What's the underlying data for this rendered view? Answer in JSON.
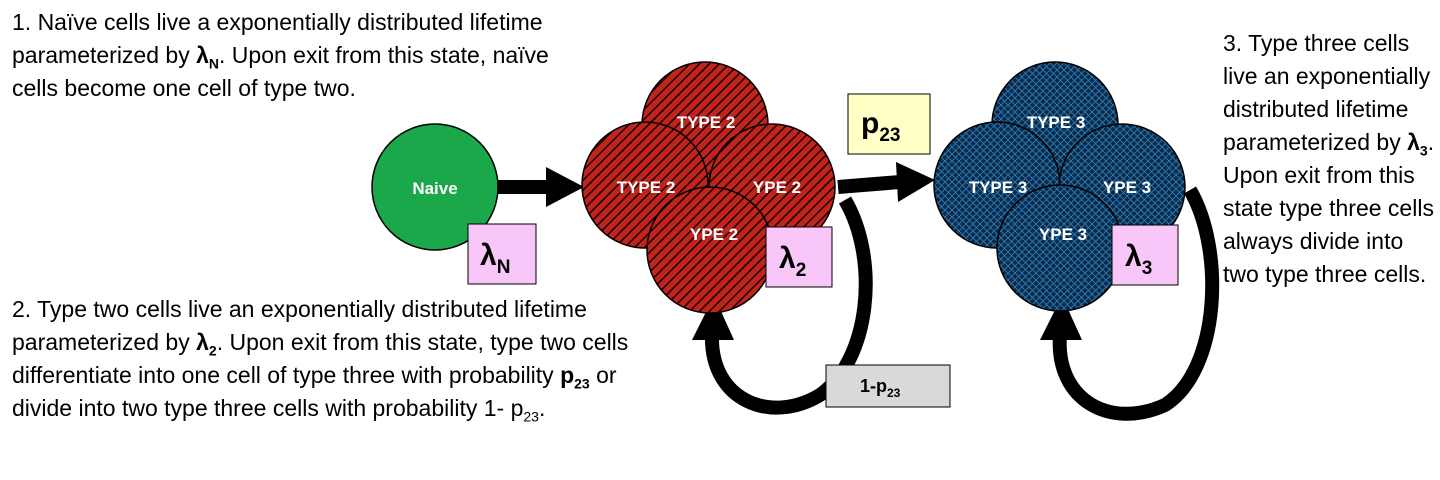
{
  "captions": {
    "c1": {
      "part1": "1. Naïve cells live a exponentially distributed lifetime parameterized by ",
      "sym": "λ",
      "sub": "N",
      "part2": ". Upon exit from this state, naïve cells become one cell of type two."
    },
    "c2": {
      "part1": "2. Type two cells live an exponentially distributed lifetime parameterized by ",
      "sym": "λ",
      "sub": "2",
      "part2": ". Upon exit from this state, type two cells differentiate into one cell of type three with probability ",
      "prob": "p",
      "prob_sub": "23",
      "part3": " or divide into two type three cells with probability 1- p",
      "part3_sub": "23",
      "part4": "."
    },
    "c3": {
      "part1": "3. Type three cells live an exponentially distributed lifetime parameterized by ",
      "sym": "λ",
      "sub": "3",
      "part2": ". Upon exit from this state type three cells always divide into two type three cells."
    }
  },
  "nodes": {
    "naive": {
      "label": "Naive",
      "color": "#1aa84a"
    },
    "type2": {
      "label_top": "TYPE 2",
      "label_left": "TYPE 2",
      "label_right": "YPE 2",
      "label_bottom": "YPE 2",
      "color": "#c0241c"
    },
    "type3": {
      "label_top": "TYPE 3",
      "label_left": "TYPE 3",
      "label_right": "YPE 3",
      "label_bottom": "YPE 3",
      "color": "#0d2a44"
    }
  },
  "rates": {
    "lambda_n": {
      "sym": "λ",
      "sub": "N"
    },
    "lambda_2": {
      "sym": "λ",
      "sub": "2"
    },
    "lambda_3": {
      "sym": "λ",
      "sub": "3"
    },
    "p23": {
      "sym": "p",
      "sub": "23"
    },
    "one_minus_p23": {
      "sym": "1-p",
      "sub": "23"
    }
  },
  "colors": {
    "rate_box_pink": "#f9c6f9",
    "rate_box_yellow": "#ffffc6",
    "rate_box_gray": "#d9d9d9"
  }
}
